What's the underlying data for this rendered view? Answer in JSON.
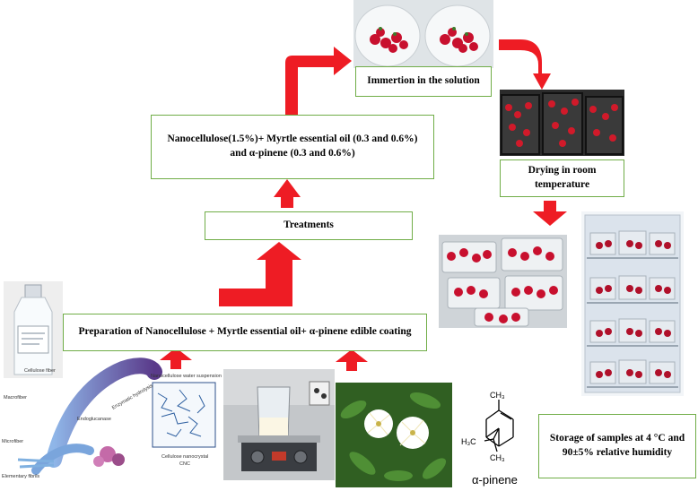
{
  "boxes": {
    "immersion": "Immertion  in the solution",
    "treatment_desc": "Nanocellulose(1.5%)+ Myrtle essential oil (0.3 and 0.6%) and α-pinene (0.3 and 0.6%)",
    "treatments": "Treatments",
    "preparation": "Preparation of Nanocellulose + Myrtle essential oil+ α-pinene edible coating",
    "drying": "Drying in room temperature",
    "storage": "Storage of samples at 4 °C and 90±5% relative humidity"
  },
  "cellulose_diagram": {
    "labels": [
      "Cellulose fiber",
      "Macrofiber",
      "Microfiber",
      "Elementary fibrils",
      "Endoglucanase",
      "Enzymatic hydrolysis",
      "Nanocellulose water suspension",
      "Cellulose nanocrystal",
      "CNC"
    ]
  },
  "molecule": {
    "name": "α-pinene",
    "ch3_top": "CH₃",
    "h3c_left": "H₃C",
    "ch3_bottom": "CH₃"
  },
  "colors": {
    "arrow": "#ee1c24",
    "box_border": "#70ad47",
    "strawberry": "#c8102e",
    "leaf": "#2e6b1f"
  }
}
